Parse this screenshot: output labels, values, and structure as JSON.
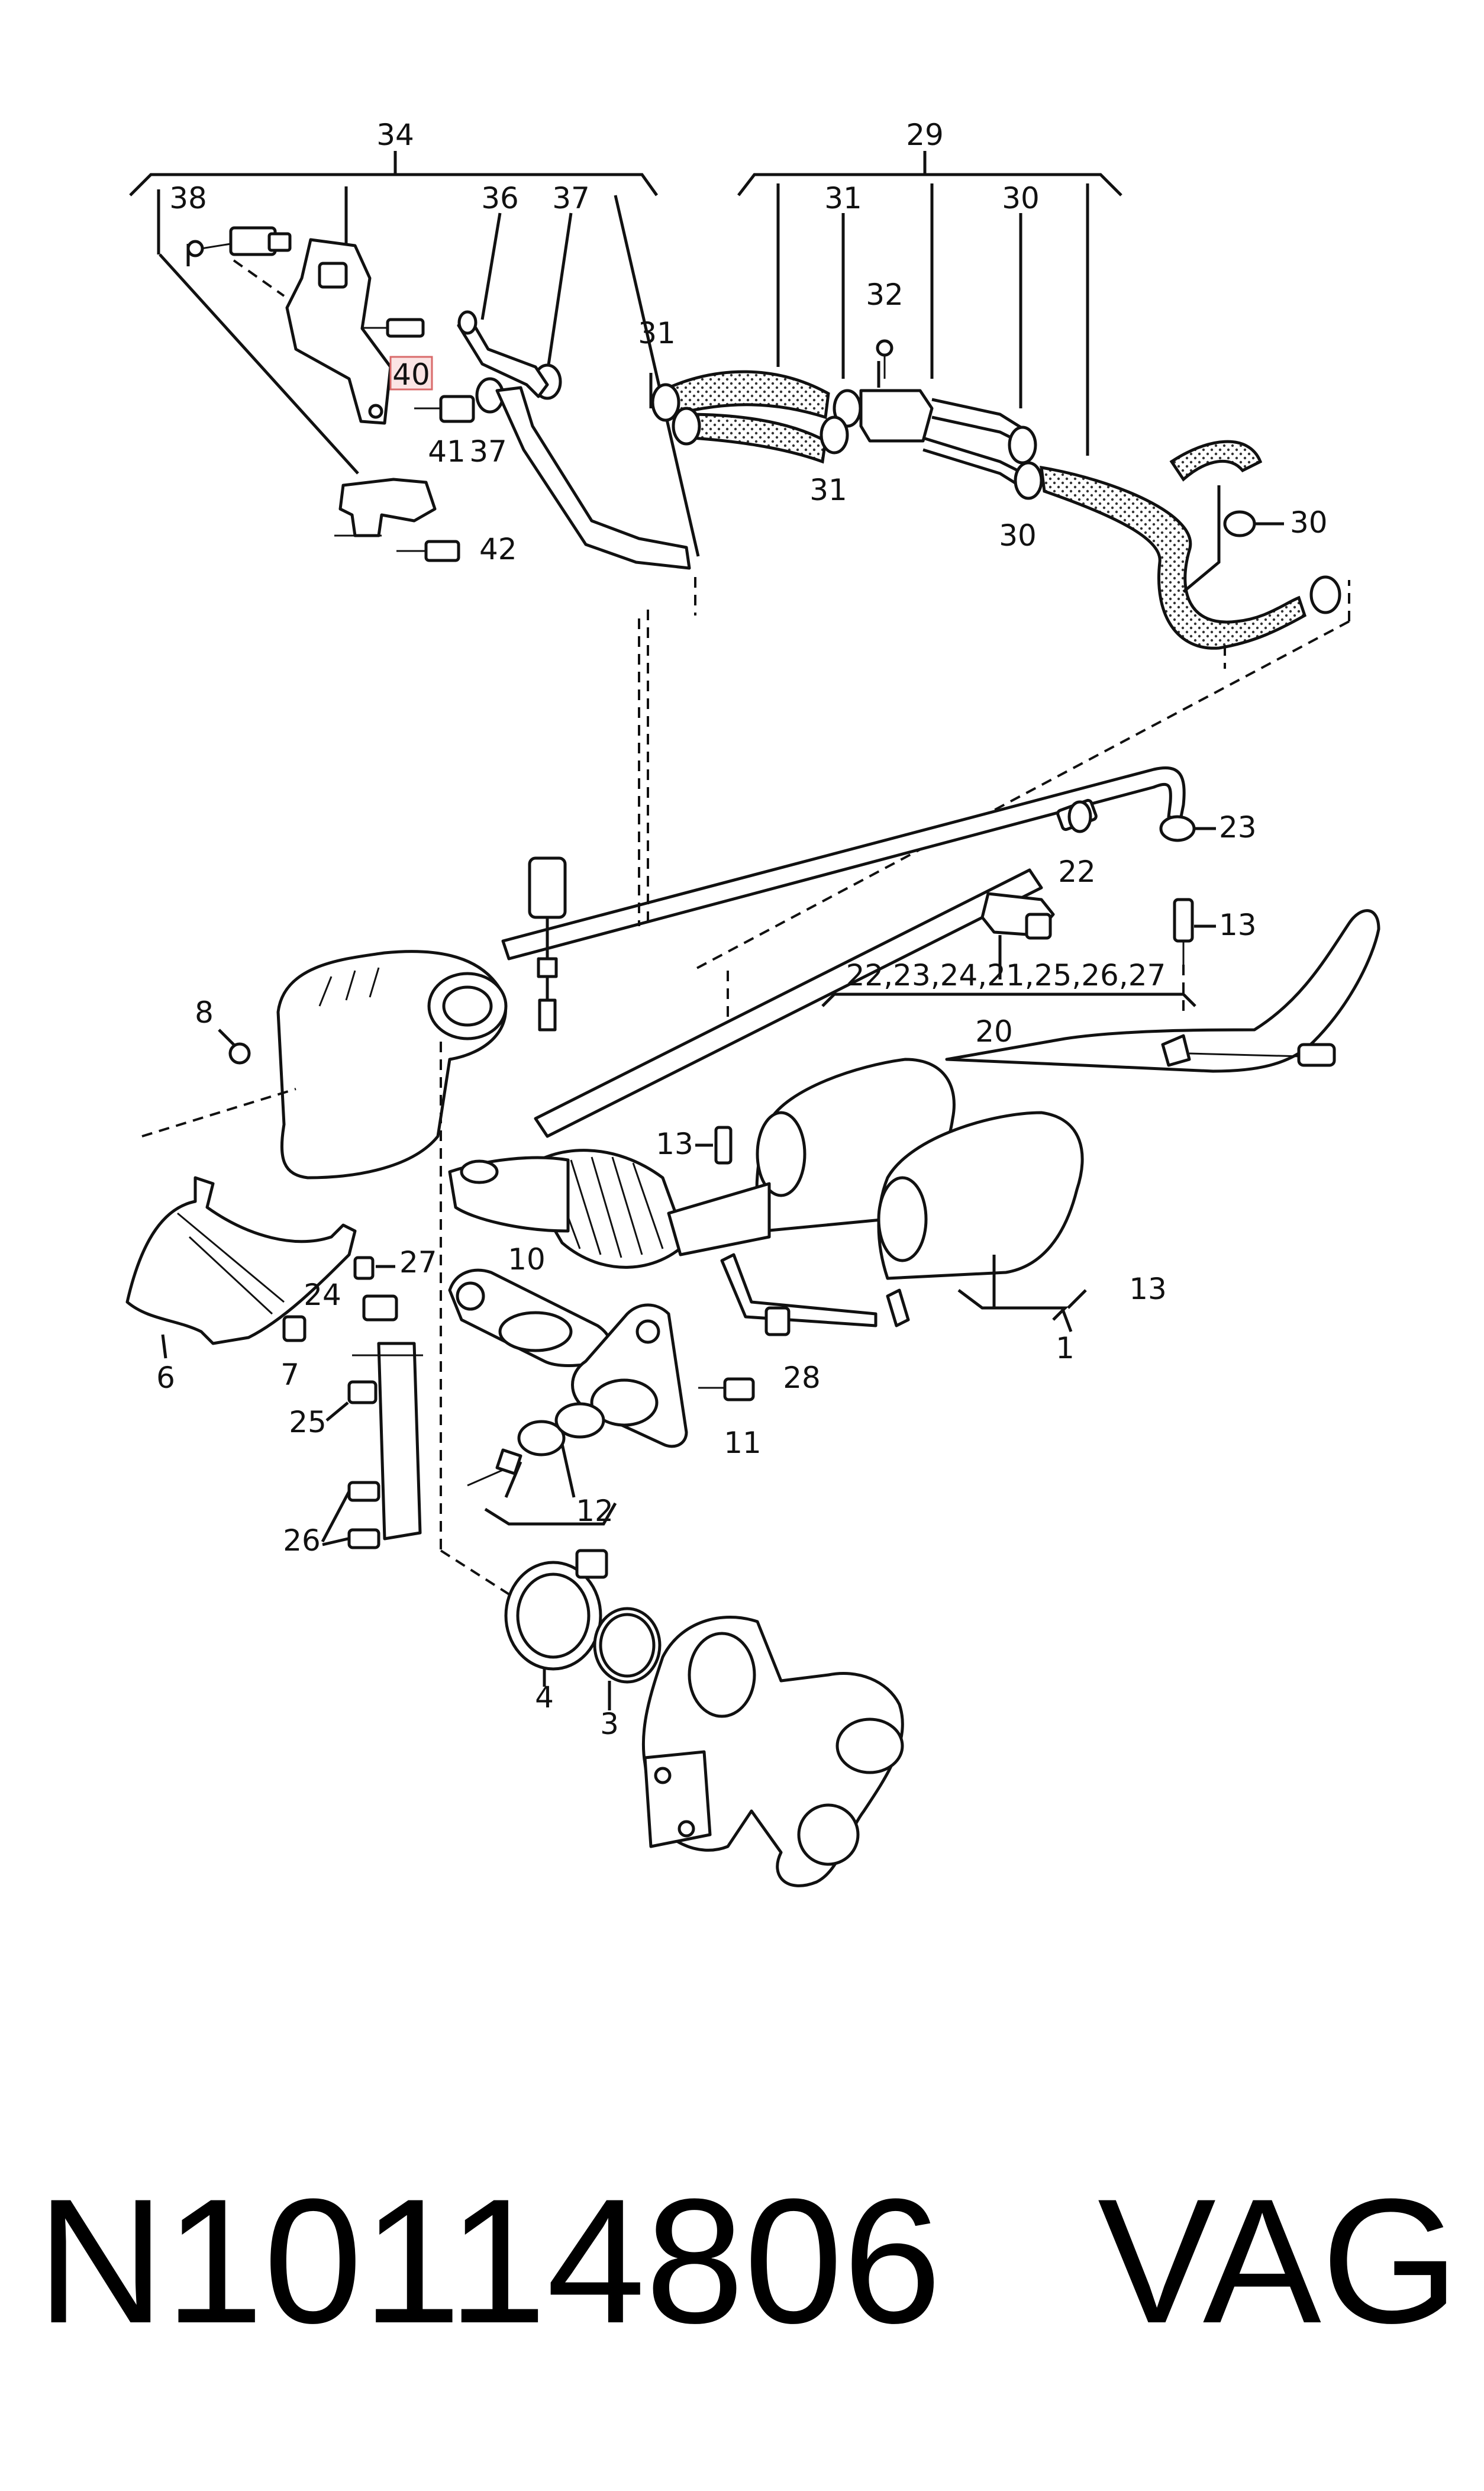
{
  "labels": {
    "l34": "34",
    "l29": "29",
    "l38": "38",
    "l36": "36",
    "l37a": "37",
    "l31a": "31",
    "l30a": "30",
    "l32": "32",
    "l31b": "31",
    "l40": "40",
    "l41": "41",
    "l37b": "37",
    "l31c": "31",
    "l30b": "30",
    "l30c": "30",
    "l42": "42",
    "l23a": "23",
    "l22": "22",
    "l13a": "13",
    "l8": "8",
    "l20group": "22,23,24,21,25,26,27",
    "l20": "20",
    "l13b": "13",
    "l27": "27",
    "l10": "10",
    "l13c": "13",
    "l1": "1",
    "l24": "24",
    "l6": "6",
    "l7": "7",
    "l28": "28",
    "l25": "25",
    "l11": "11",
    "l12": "12",
    "l26": "26",
    "l4": "4",
    "l3": "3"
  },
  "footer": {
    "part_number": "N10114806",
    "brand": "VAG"
  }
}
